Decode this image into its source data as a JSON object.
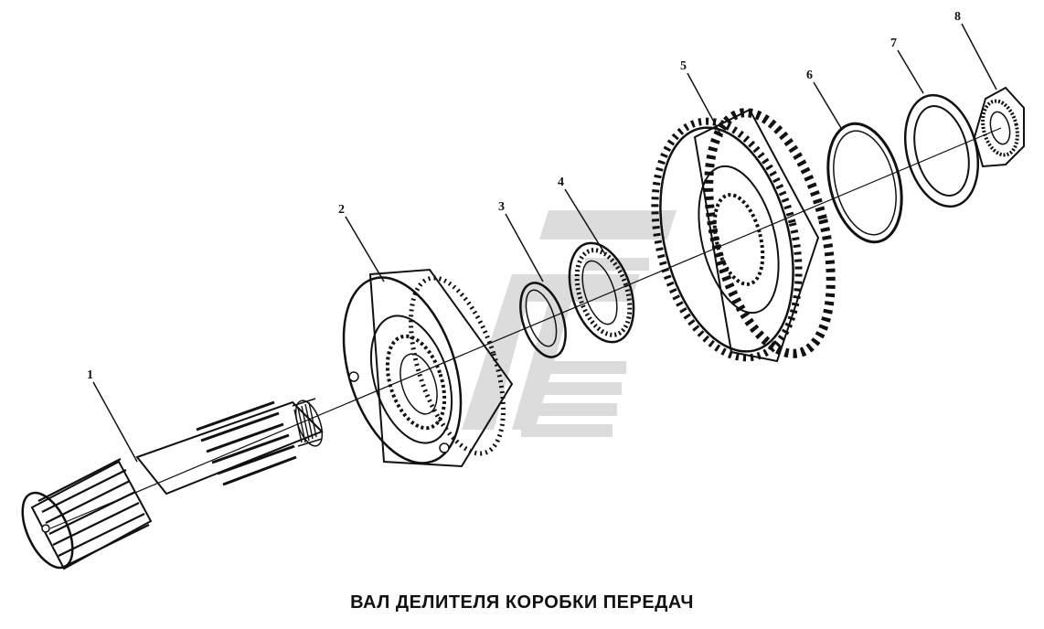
{
  "caption": "ВАЛ ДЕЛИТЕЛЯ КОРОБКИ ПЕРЕДАЧ",
  "callouts": [
    "1",
    "2",
    "3",
    "4",
    "5",
    "6",
    "7",
    "8"
  ],
  "colors": {
    "ink": "#111111",
    "watermark": "#d9d9d9",
    "background": "#ffffff"
  }
}
